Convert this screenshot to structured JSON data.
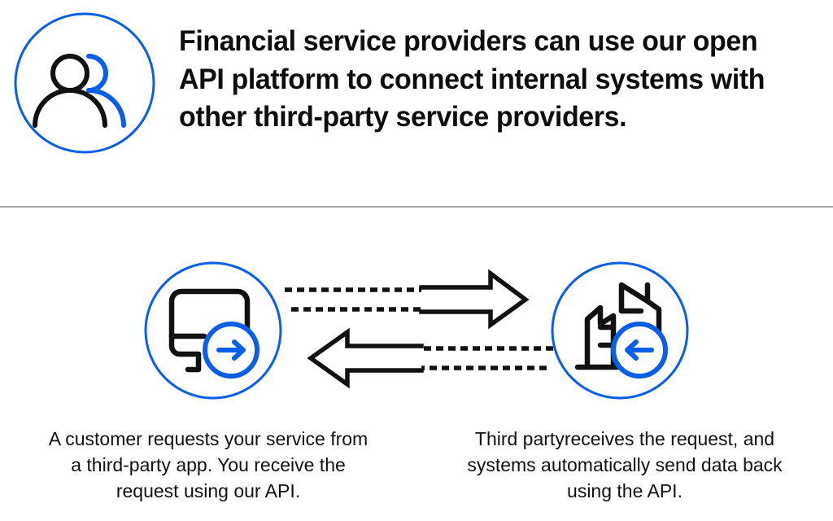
{
  "theme": {
    "accent_blue": "#0a5fe8",
    "ink_black": "#111111",
    "divider_gray": "#a8a8a8",
    "background": "#ffffff"
  },
  "banner": {
    "icon": "two-people-icon",
    "headline": "Financial service providers can use our open API platform to connect internal systems with other third-party service providers."
  },
  "flow": {
    "left_node": {
      "icon": "monitor-icon",
      "badge_icon": "arrow-right-circle-icon"
    },
    "right_node": {
      "icon": "office-buildings-icon",
      "badge_icon": "arrow-left-circle-icon"
    },
    "connector_forward": {
      "icon": "dashed-arrow-right",
      "direction": "right"
    },
    "connector_back": {
      "icon": "dashed-arrow-left",
      "direction": "left"
    }
  },
  "captions": {
    "left": "A customer requests your service from a third-party app. You receive the request using our API.",
    "right": "Third partyreceives the request, and systems automatically send data back using the API."
  }
}
